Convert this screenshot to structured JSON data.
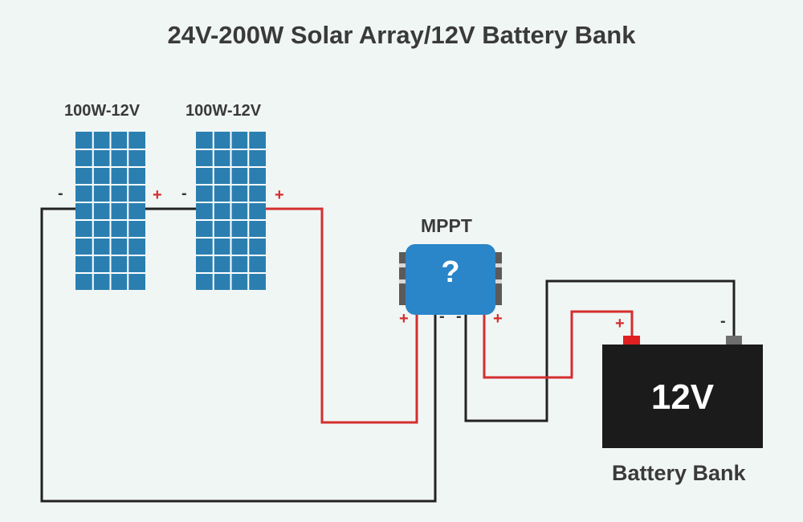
{
  "title": "24V-200W Solar Array/12V Battery Bank",
  "panels": [
    {
      "label": "100W-12V",
      "neg": "-",
      "pos": "+"
    },
    {
      "label": "100W-12V",
      "neg": "-",
      "pos": "+"
    }
  ],
  "mppt": {
    "label": "MPPT",
    "symbol": "?",
    "terminals": [
      "+",
      "-",
      "-",
      "+"
    ]
  },
  "battery": {
    "voltage": "12V",
    "label": "Battery Bank",
    "pos": "+",
    "neg": "-"
  },
  "colors": {
    "background": "#f0f6f4",
    "panel_cell": "#2b7fb0",
    "panel_grid": "#ffffff",
    "mppt_body": "#2a85c9",
    "positive_wire": "#d42e2e",
    "negative_wire": "#222222",
    "battery_body": "#1b1b1b",
    "positive_terminal": "#e02020",
    "negative_terminal": "#6e6e6e"
  }
}
